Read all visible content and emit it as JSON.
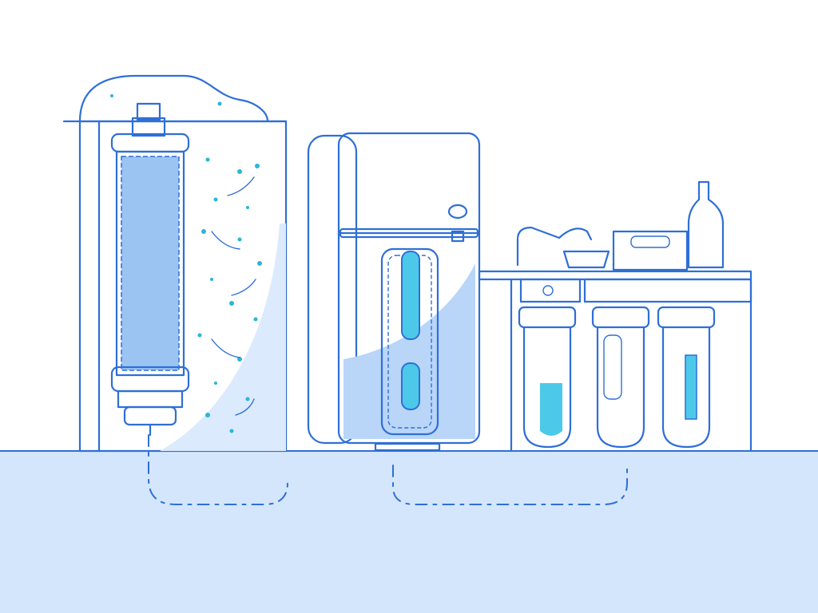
{
  "palette": {
    "line": "#2f6fd6",
    "floor": "#d4e6fb",
    "panel": "#dbeafc",
    "panel_dark": "#b9d5f8",
    "water": "#4cc9e8",
    "white": "#ffffff"
  },
  "scene": {
    "objects": [
      "cartridge-filter",
      "refrigerator-with-filter",
      "under-sink-filter-system"
    ]
  }
}
